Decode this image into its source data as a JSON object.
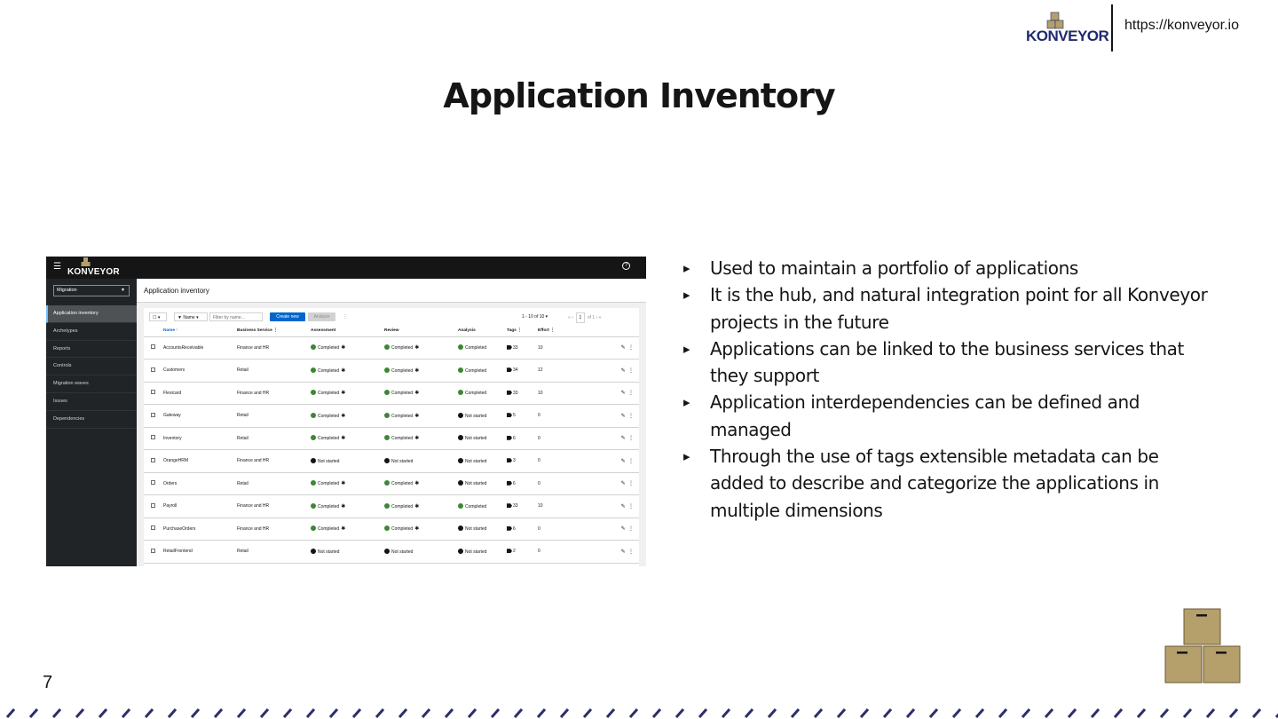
{
  "brand": {
    "logo_text": "KONVEYOR",
    "url": "https://konveyor.io"
  },
  "slide": {
    "title": "Application Inventory",
    "page_number": "7",
    "bullets": [
      "Used to maintain a portfolio of applications",
      "It is the hub, and natural integration point for all Konveyor projects in the future",
      "Applications can be linked to the business services that they support",
      "Application interdependencies can be defined and managed",
      "Through the use of tags extensible metadata can be added to describe and categorize the applications in multiple dimensions"
    ]
  },
  "screenshot": {
    "logo_text": "KONVEYOR",
    "perspective": "Migration",
    "nav": [
      "Application inventory",
      "Archetypes",
      "Reports",
      "Controls",
      "Migration waves",
      "Issues",
      "Dependencies"
    ],
    "page_title": "Application inventory",
    "toolbar": {
      "filter_field": "Name",
      "filter_placeholder": "Filter by name...",
      "create_label": "Create new",
      "analyze_label": "Analyze",
      "range": "1 - 10 of 10",
      "page": "1",
      "of_pages": "of 1"
    },
    "columns": [
      "Name",
      "Business Service",
      "Assessment",
      "Review",
      "Analysis",
      "Tags",
      "Effort"
    ],
    "rows": [
      {
        "name": "AccountsReceivable",
        "service": "Finance and HR",
        "assessment": "Completed",
        "review": "Completed",
        "analysis": "Completed",
        "tags": "33",
        "effort": "10"
      },
      {
        "name": "Customers",
        "service": "Retail",
        "assessment": "Completed",
        "review": "Completed",
        "analysis": "Completed",
        "tags": "34",
        "effort": "12"
      },
      {
        "name": "Flexicard",
        "service": "Finance and HR",
        "assessment": "Completed",
        "review": "Completed",
        "analysis": "Completed",
        "tags": "33",
        "effort": "10"
      },
      {
        "name": "Gateway",
        "service": "Retail",
        "assessment": "Completed",
        "review": "Completed",
        "analysis": "Not started",
        "tags": "5",
        "effort": "0"
      },
      {
        "name": "Inventory",
        "service": "Retail",
        "assessment": "Completed",
        "review": "Completed",
        "analysis": "Not started",
        "tags": "6",
        "effort": "0"
      },
      {
        "name": "OrangeHRM",
        "service": "Finance and HR",
        "assessment": "Not started",
        "review": "Not started",
        "analysis": "Not started",
        "tags": "3",
        "effort": "0"
      },
      {
        "name": "Orders",
        "service": "Retail",
        "assessment": "Completed",
        "review": "Completed",
        "analysis": "Not started",
        "tags": "6",
        "effort": "0"
      },
      {
        "name": "Payroll",
        "service": "Finance and HR",
        "assessment": "Completed",
        "review": "Completed",
        "analysis": "Completed",
        "tags": "33",
        "effort": "10"
      },
      {
        "name": "PurchaseOrders",
        "service": "Finance and HR",
        "assessment": "Completed",
        "review": "Completed",
        "analysis": "Not started",
        "tags": "6",
        "effort": "0"
      },
      {
        "name": "RetailFrontend",
        "service": "Retail",
        "assessment": "Not started",
        "review": "Not started",
        "analysis": "Not started",
        "tags": "2",
        "effort": "0"
      }
    ]
  },
  "colors": {
    "brand_navy": "#1f2a6e",
    "box_tan": "#b59f6b",
    "primary_blue": "#0066cc",
    "success_green": "#3e8635",
    "sidebar_dark": "#212427"
  }
}
